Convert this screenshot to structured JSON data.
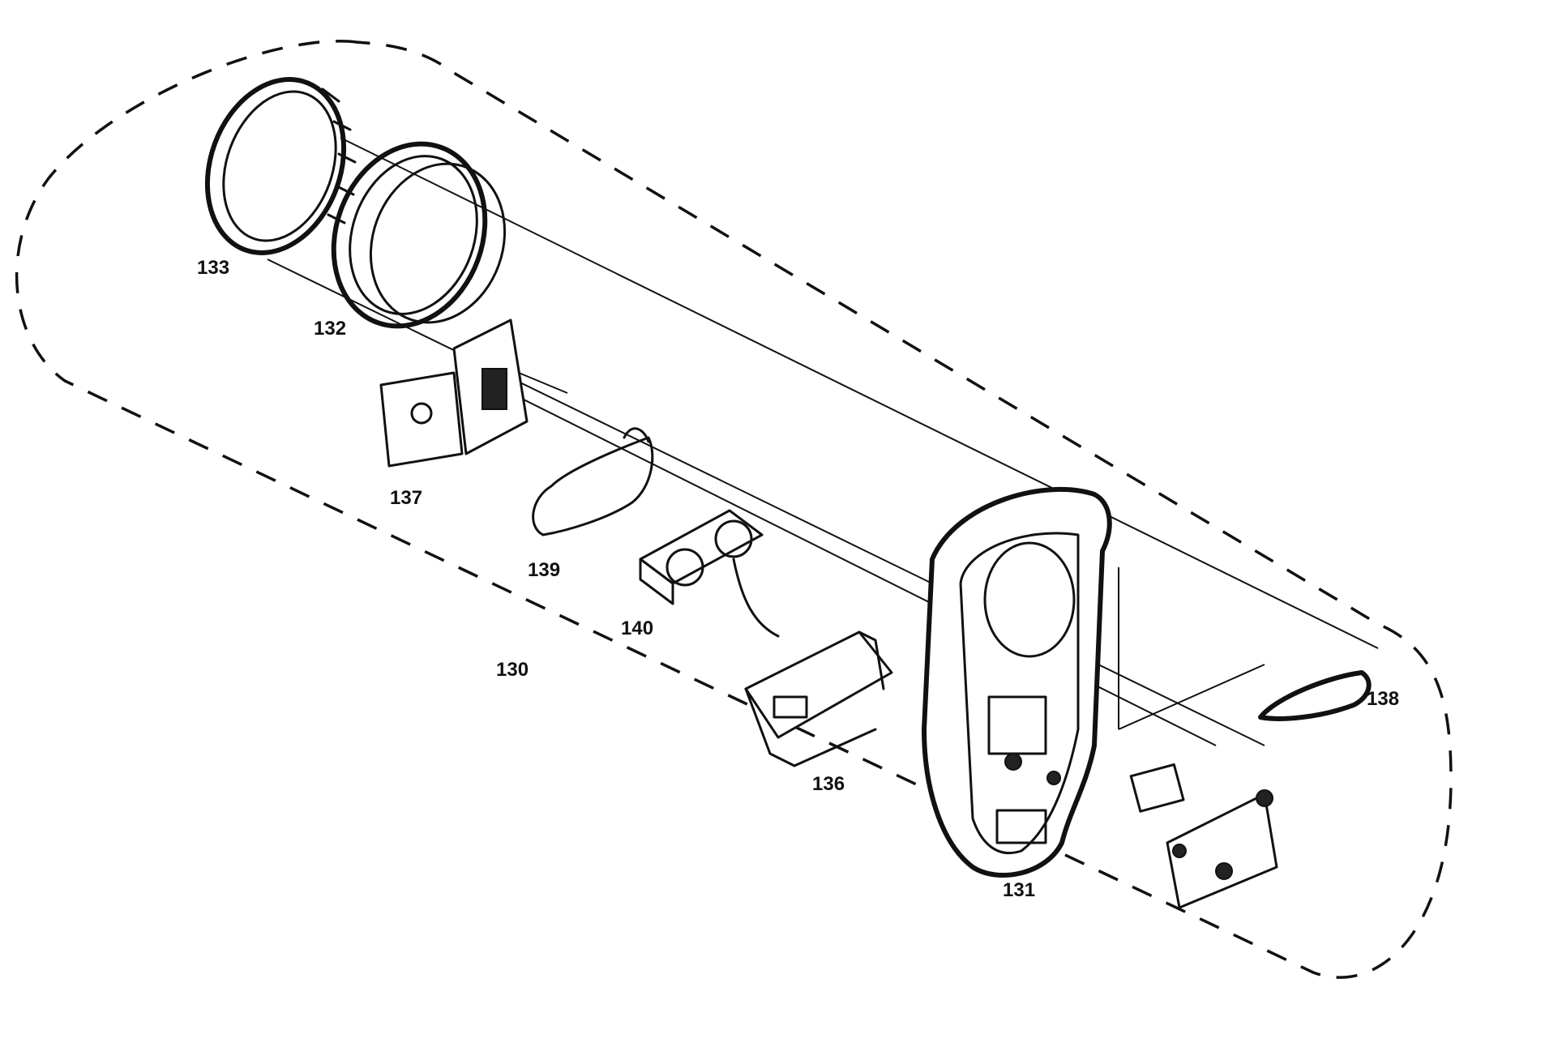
{
  "labels": {
    "assembly": "130",
    "front_case": "131",
    "lens_ring_inner": "132",
    "lens_ring_outer": "133",
    "shutter_bracket": "136",
    "switch_unit": "137",
    "button": "138",
    "flex_cable": "139",
    "sensor_unit": "140"
  }
}
